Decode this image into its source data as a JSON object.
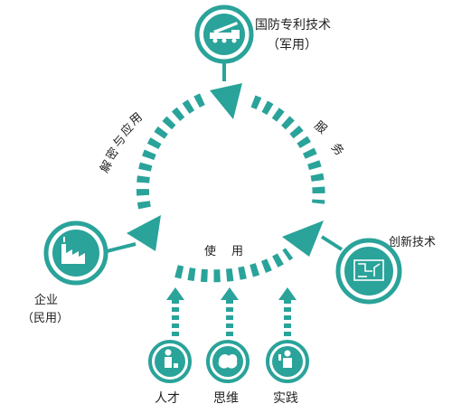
{
  "colors": {
    "teal": "#2aa39a",
    "dark_teal": "#1e8a82",
    "text": "#222222",
    "white": "#ffffff"
  },
  "nodes": {
    "military": {
      "label": "国防专利技术",
      "sublabel": "（军用）",
      "icon": "truck-launcher-icon"
    },
    "enterprise": {
      "label": "企业",
      "sublabel": "（民用）",
      "icon": "factory-icon"
    },
    "innovation": {
      "label": "创新技术",
      "icon": "circuit-board-icon"
    }
  },
  "arcs": {
    "left": {
      "chars": [
        "解",
        "密",
        "与",
        "应",
        "用"
      ]
    },
    "right": {
      "chars": [
        "服",
        "务"
      ]
    },
    "bottom": {
      "chars": [
        "使",
        "用"
      ]
    }
  },
  "inputs": [
    {
      "label": "人才",
      "icon": "businessman-icon"
    },
    {
      "label": "思维",
      "icon": "brain-icon"
    },
    {
      "label": "实践",
      "icon": "worker-icon"
    }
  ]
}
